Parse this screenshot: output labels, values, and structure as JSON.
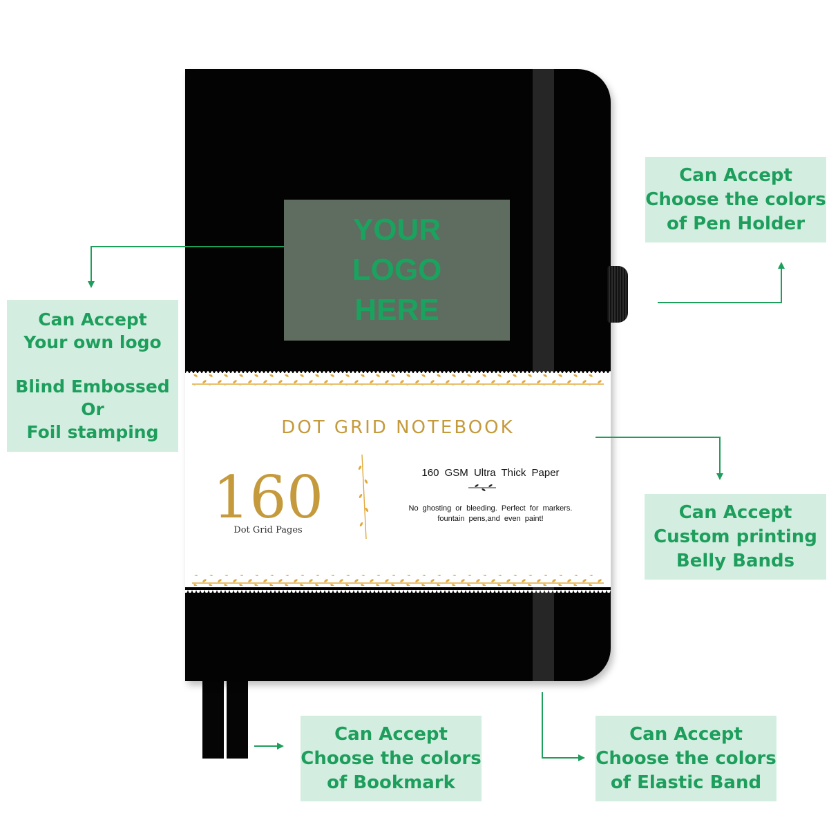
{
  "logo_placeholder": {
    "lines": [
      "YOUR",
      "LOGO",
      "HERE"
    ]
  },
  "belly_band": {
    "title": "DOT GRID NOTEBOOK",
    "page_count": "160",
    "page_label": "Dot Grid Pages",
    "paper_spec": "160 GSM Ultra Thick Paper",
    "note_line1": "No ghosting or bleeding. Perfect for markers.",
    "note_line2": "fountain pens,and even paint!"
  },
  "callouts": {
    "logo": {
      "line1": "Can Accept",
      "line2": "Your own logo",
      "line3": "Blind Embossed",
      "line4": "Or",
      "line5": "Foil stamping"
    },
    "pen_holder": {
      "line1": "Can Accept",
      "line2": "Choose the colors",
      "line3": "of Pen Holder"
    },
    "belly_band": {
      "line1": "Can Accept",
      "line2": "Custom printing",
      "line3": "Belly Bands"
    },
    "bookmark": {
      "line1": "Can Accept",
      "line2": "Choose the colors",
      "line3": "of Bookmark"
    },
    "elastic_band": {
      "line1": "Can Accept",
      "line2": "Choose the colors",
      "line3": "of Elastic Band"
    }
  },
  "colors": {
    "accent_green": "#1e9e5c",
    "callout_bg": "#d3eee0",
    "gold": "#c49a3c",
    "cover": "#030303"
  }
}
